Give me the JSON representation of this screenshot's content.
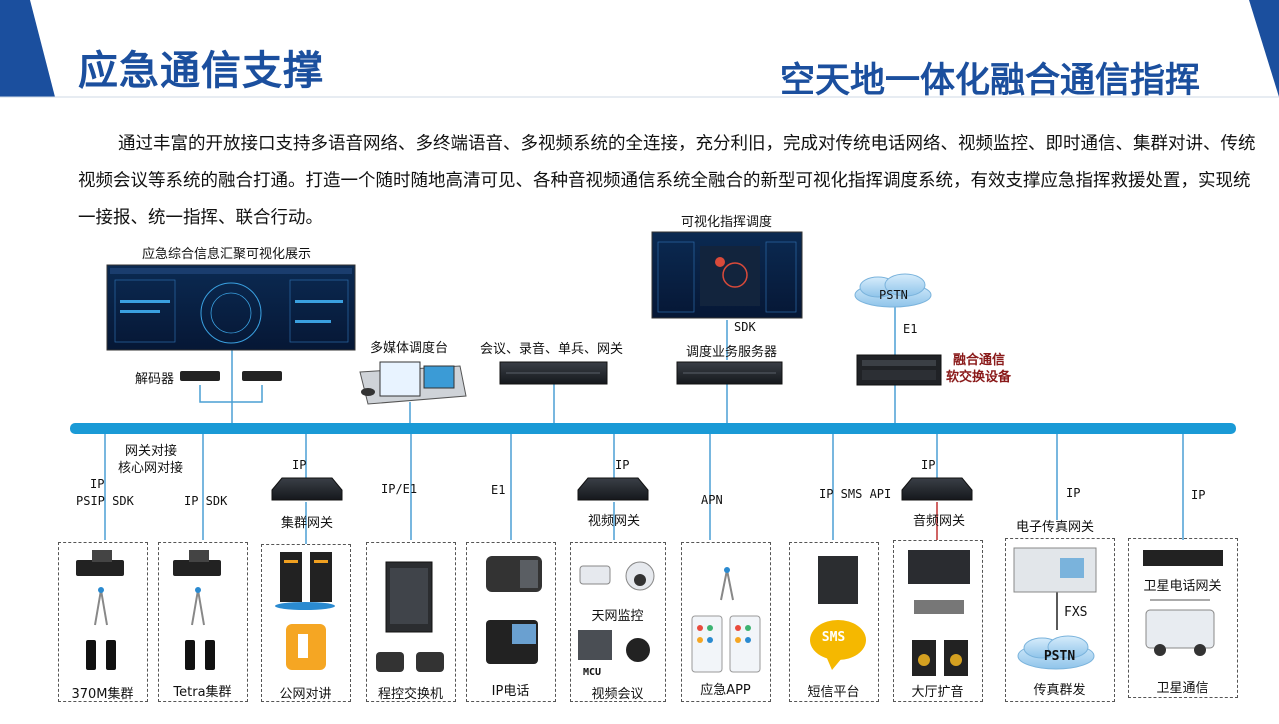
{
  "header": {
    "title": "应急通信支撑",
    "subtitle": "空天地一体化融合通信指挥"
  },
  "intro": "通过丰富的开放接口支持多语音网络、多终端语音、多视频系统的全连接，充分利旧，完成对传统电话网络、视频监控、即时通信、集群对讲、传统视频会议等系统的融合打通。打造一个随时随地高清可见、各种音视频通信系统全融合的新型可视化指挥调度系统，有效支撑应急指挥救援处置，实现统一接报、统一指挥、联合行动。",
  "top": {
    "display_title": "应急综合信息汇聚可视化展示",
    "decoder": "解码器",
    "console": "多媒体调度台",
    "meeting_server": "会议、录音、单兵、网关",
    "vis_title": "可视化指挥调度",
    "sdk": "SDK",
    "dispatch_server": "调度业务服务器",
    "pstn": "PSTN",
    "e1": "E1",
    "softswitch_line1": "融合通信",
    "softswitch_line2": "软交换设备"
  },
  "links": {
    "gw_line1": "网关对接",
    "gw_line2": "核心网对接",
    "ip_psip_1": "IP",
    "ip_psip_2": "PSIP SDK",
    "ip_sdk": "IP SDK",
    "ip1": "IP",
    "trunk_gw": "集群网关",
    "ip_e1": "IP/E1",
    "e1": "E1",
    "ip2": "IP",
    "video_gw": "视频网关",
    "apn": "APN",
    "sms_api": "IP SMS API",
    "ip3": "IP",
    "audio_gw": "音频网关",
    "ip4": "IP",
    "fax_gw": "电子传真网关",
    "ip5": "IP"
  },
  "boxes": {
    "b370m": "370M集群",
    "tetra": "Tetra集群",
    "poc": "公网对讲",
    "pbx": "程控交换机",
    "ipphone": "IP电话",
    "sky_monitor": "天网监控",
    "mcu": "MCU",
    "video_conf": "视频会议",
    "app": "应急APP",
    "sms": "短信平台",
    "sms_badge": "SMS",
    "hall": "大厅扩音",
    "fxs": "FXS",
    "pstn2": "PSTN",
    "fax": "传真群发",
    "sat_gw": "卫星电话网关",
    "sat": "卫星通信"
  },
  "colors": {
    "title_blue": "#1b4f9e",
    "bus_blue": "#1a9ad6",
    "line_blue": "#4a9fd4",
    "red_text": "#8a1a1a"
  }
}
